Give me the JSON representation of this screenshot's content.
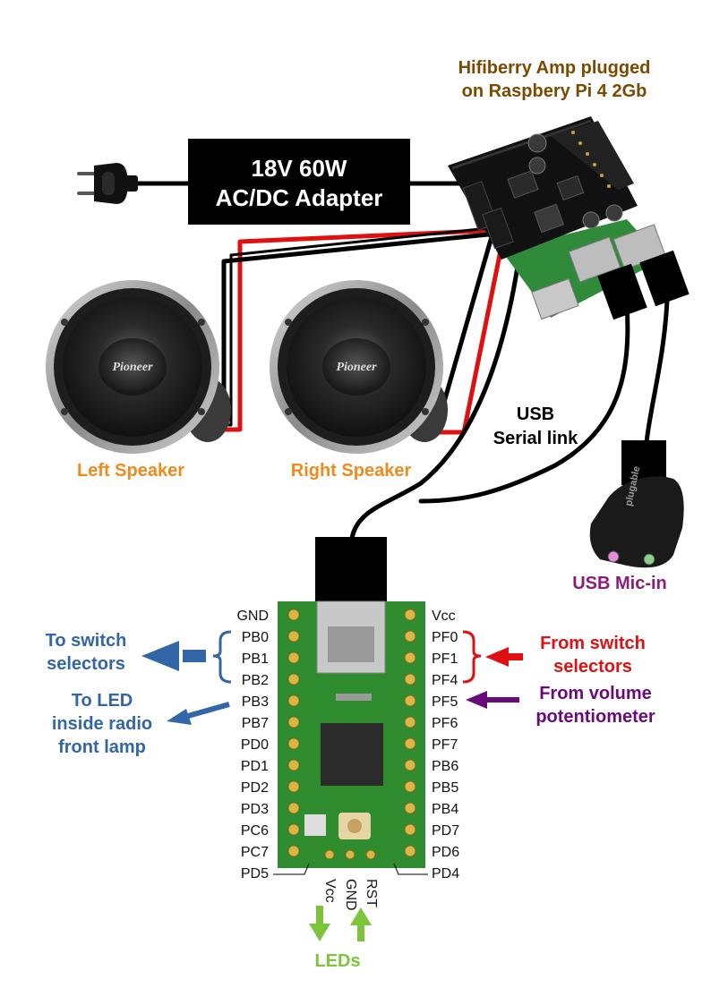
{
  "labels": {
    "amp_line1": "Hifiberry Amp plugged",
    "amp_line2": "on Raspbery Pi 4 2Gb",
    "adapter_line1": "18V 60W",
    "adapter_line2": "AC/DC Adapter",
    "left_speaker": "Left Speaker",
    "right_speaker": "Right Speaker",
    "usb_line1": "USB",
    "usb_line2": "Serial link",
    "mic_in": "USB Mic-in",
    "to_switch_line1": "To switch",
    "to_switch_line2": "selectors",
    "to_led_line1": "To LED",
    "to_led_line2": "inside radio",
    "to_led_line3": "front lamp",
    "from_switch_line1": "From switch",
    "from_switch_line2": "selectors",
    "from_volume_line1": "From volume",
    "from_volume_line2": "potentiometer",
    "leds": "LEDs"
  },
  "pins_left": [
    "GND",
    "PB0",
    "PB1",
    "PB2",
    "PB3",
    "PB7",
    "PD0",
    "PD1",
    "PD2",
    "PD3",
    "PC6",
    "PC7",
    "PD5"
  ],
  "pins_right": [
    "Vcc",
    "PF0",
    "PF1",
    "PF4",
    "PF5",
    "PF6",
    "PF7",
    "PB6",
    "PB5",
    "PB4",
    "PD7",
    "PD6",
    "PD4"
  ],
  "pins_bottom": [
    "Vcc",
    "GND",
    "RST"
  ],
  "speaker_brand": "Pioneer",
  "mic_brand": "plugable",
  "colors": {
    "amp_label": "#7a4a00",
    "speaker_label": "#f08a1c",
    "mic_label": "#8a1c7a",
    "blue_label": "#3366a6",
    "red_label": "#e01010",
    "purple_label": "#6a0a7a",
    "leds_label": "#7cc43a",
    "pcb_green": "#2e8b2e"
  },
  "icons": {
    "plug": "power-plug-icon",
    "adapter": "power-adapter-icon",
    "speaker": "speaker-icon",
    "usb_dongle": "usb-dongle-icon",
    "board": "microcontroller-board-icon"
  }
}
